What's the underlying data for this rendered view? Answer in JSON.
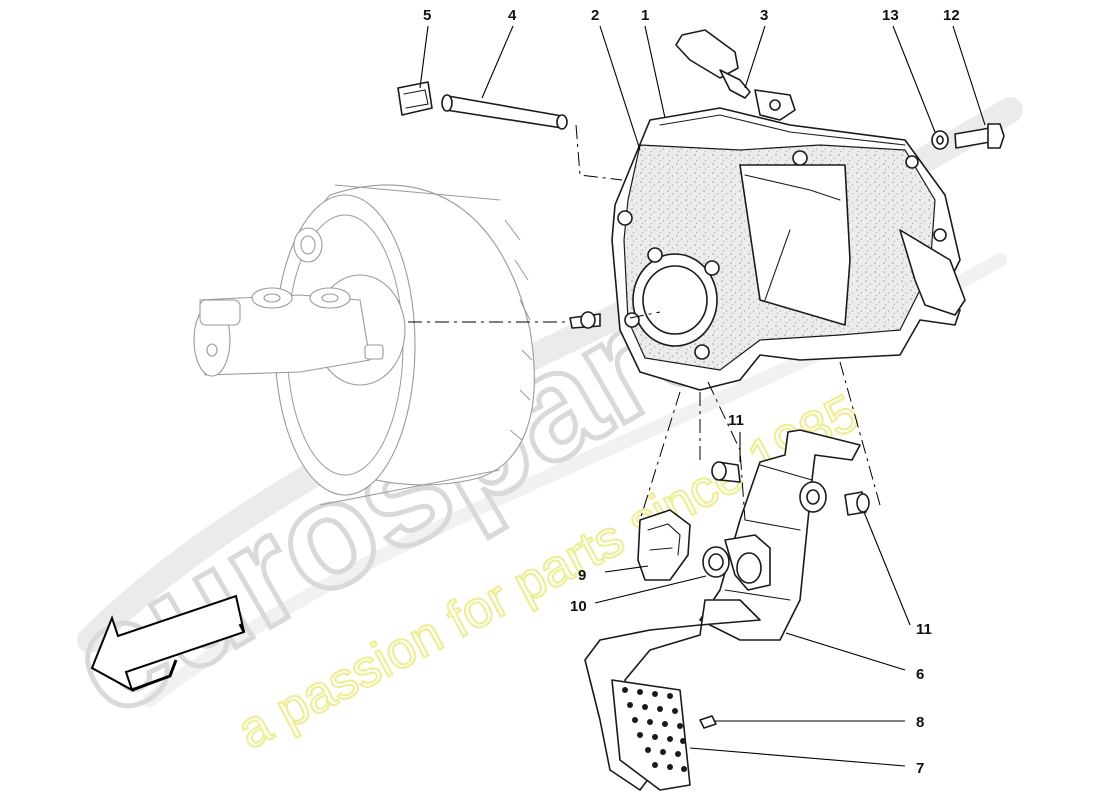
{
  "watermark": {
    "brand": "eurospares",
    "tagline": "a passion for parts since 1985",
    "brand_color": "#d9d9d9",
    "tagline_color": "#eeee99"
  },
  "callouts": [
    {
      "id": "1",
      "label": "1"
    },
    {
      "id": "2",
      "label": "2"
    },
    {
      "id": "3",
      "label": "3"
    },
    {
      "id": "4",
      "label": "4"
    },
    {
      "id": "5",
      "label": "5"
    },
    {
      "id": "6",
      "label": "6"
    },
    {
      "id": "7",
      "label": "7"
    },
    {
      "id": "8",
      "label": "8"
    },
    {
      "id": "9",
      "label": "9"
    },
    {
      "id": "10",
      "label": "10"
    },
    {
      "id": "11a",
      "label": "11"
    },
    {
      "id": "11b",
      "label": "11"
    },
    {
      "id": "12",
      "label": "12"
    },
    {
      "id": "13",
      "label": "13"
    }
  ],
  "icons": {
    "direction_arrow": "front-direction-arrow-icon"
  }
}
